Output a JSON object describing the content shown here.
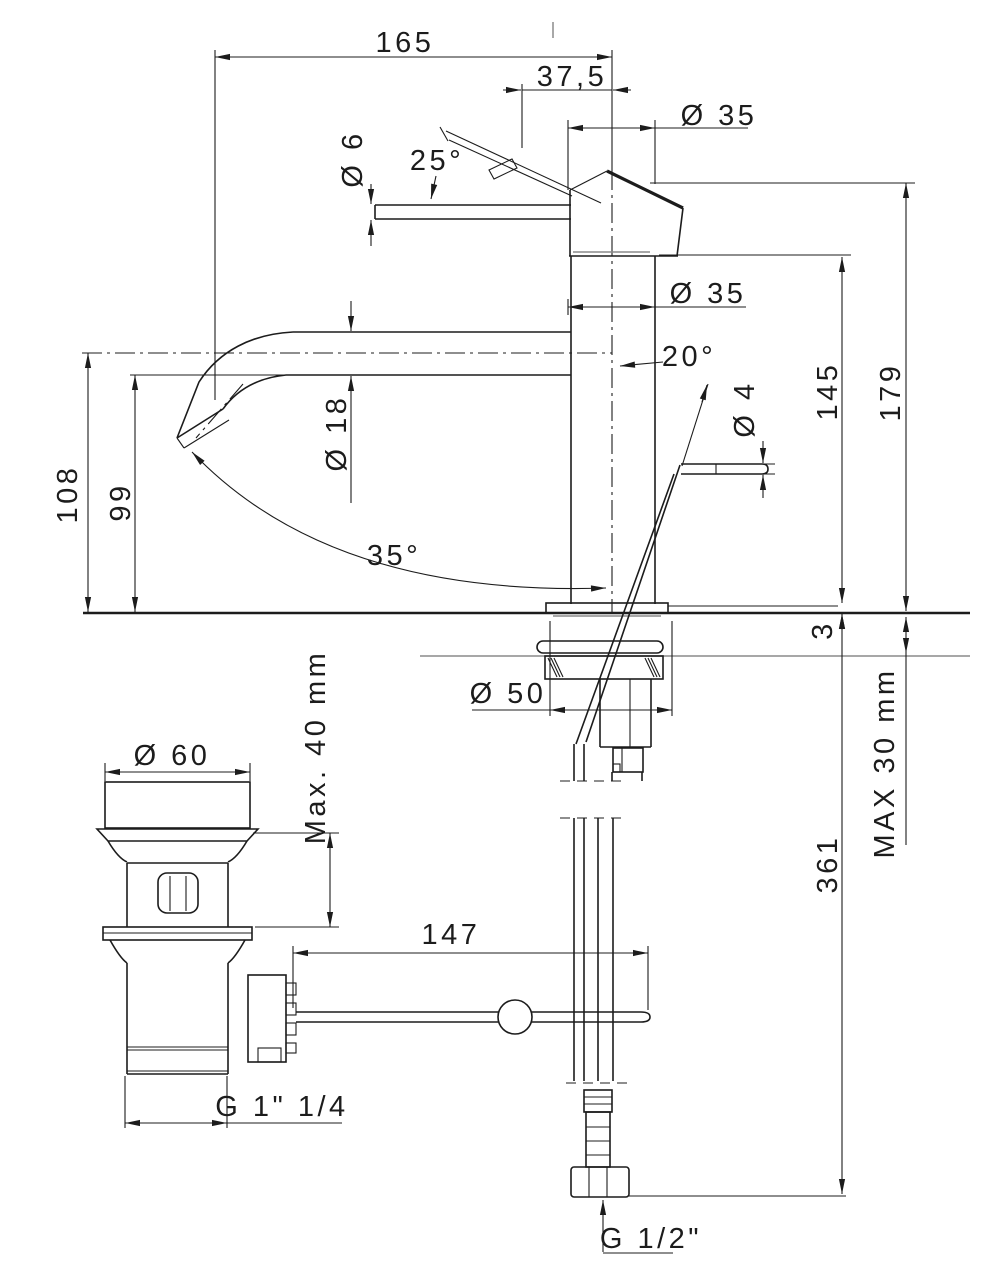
{
  "drawing": {
    "labels": {
      "reach": "165",
      "lever_offset": "37,5",
      "top_diameter": "Ø 35",
      "body_diameter": "Ø 35",
      "lever_diameter": "Ø 6",
      "lever_angle": "25°",
      "spout_diameter": "Ø 18",
      "spout_height_top": "108",
      "spout_height": "99",
      "swivel_angle": "35°",
      "rod_angle": "20°",
      "rod_diameter": "Ø 4",
      "cartridge_height": "145",
      "total_height": "179",
      "base_diameter": "Ø 50",
      "plate_thickness": "3",
      "max_deck_thickness": "MAX 30 mm",
      "hose_length": "361",
      "drain_flange_diameter": "Ø 60",
      "drain_clamp_range": "Max. 40 mm",
      "rod_length": "147",
      "drain_thread": "G 1\" 1/4",
      "supply_thread": "G 1/2\""
    }
  }
}
